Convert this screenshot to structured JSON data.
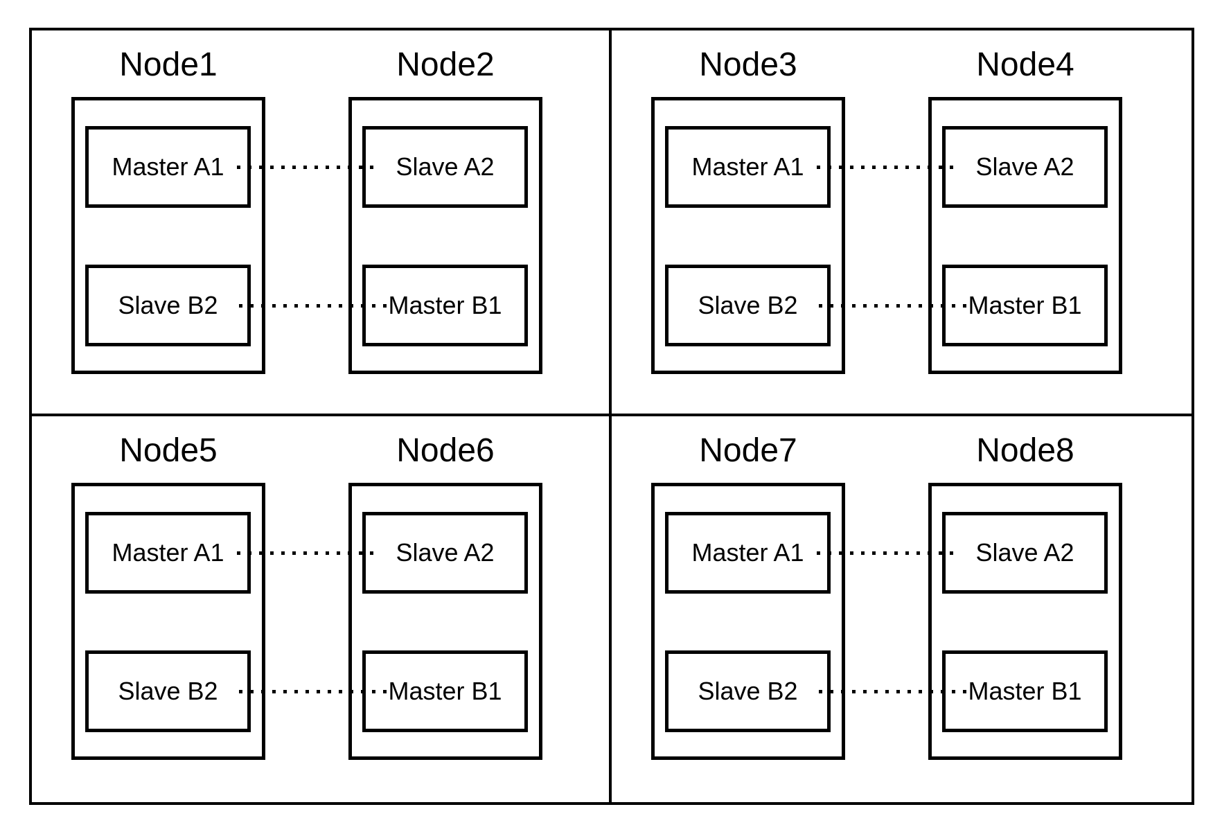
{
  "diagram": {
    "description": "Eight nodes in four bordered quadrants; each quadrant pairs a node holding Master A1 / Slave B2 with a node holding Slave A2 / Master B1, linked by horizontal dotted lines.",
    "quadrants": [
      {
        "nodes": [
          {
            "title": "Node1",
            "top_label": "Master A1",
            "bottom_label": "Slave B2"
          },
          {
            "title": "Node2",
            "top_label": "Slave A2",
            "bottom_label": "Master B1"
          }
        ]
      },
      {
        "nodes": [
          {
            "title": "Node3",
            "top_label": "Master A1",
            "bottom_label": "Slave B2"
          },
          {
            "title": "Node4",
            "top_label": "Slave A2",
            "bottom_label": "Master B1"
          }
        ]
      },
      {
        "nodes": [
          {
            "title": "Node5",
            "top_label": "Master A1",
            "bottom_label": "Slave B2"
          },
          {
            "title": "Node6",
            "top_label": "Slave A2",
            "bottom_label": "Master B1"
          }
        ]
      },
      {
        "nodes": [
          {
            "title": "Node7",
            "top_label": "Master A1",
            "bottom_label": "Slave B2"
          },
          {
            "title": "Node8",
            "top_label": "Slave A2",
            "bottom_label": "Master B1"
          }
        ]
      }
    ],
    "connections_per_quadrant": [
      {
        "from": "Master A1",
        "to": "Slave A2",
        "style": "dotted"
      },
      {
        "from": "Slave B2",
        "to": "Master B1",
        "style": "dotted"
      }
    ]
  },
  "colors": {
    "line": "#000000",
    "background": "#ffffff"
  }
}
